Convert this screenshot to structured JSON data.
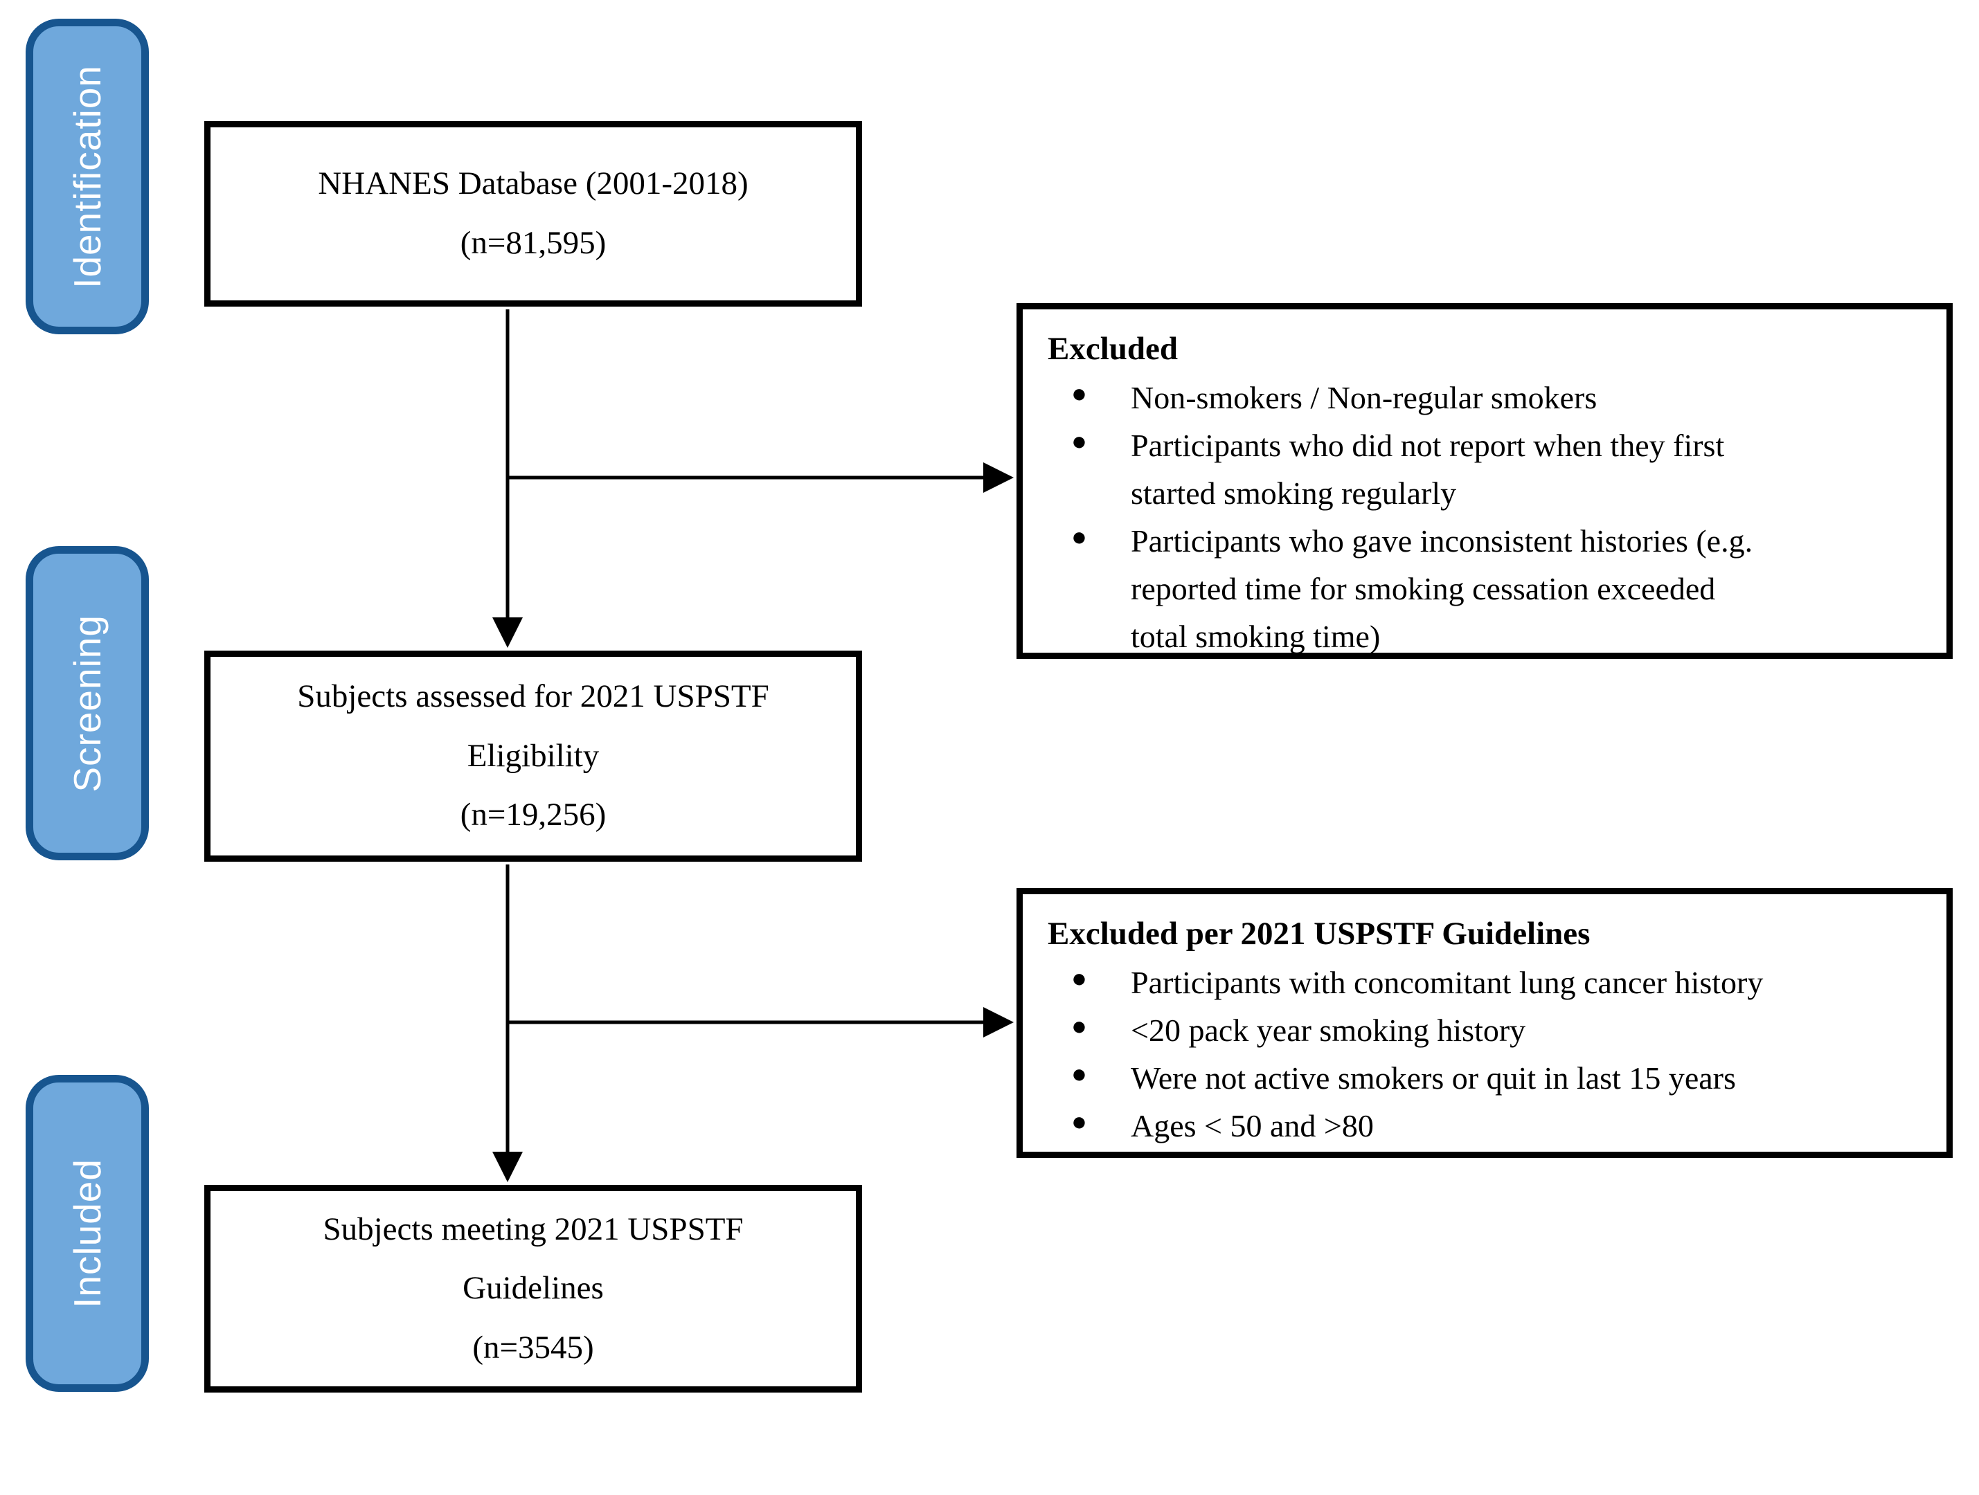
{
  "stages": [
    {
      "label": "Identification"
    },
    {
      "label": "Screening"
    },
    {
      "label": "Included"
    }
  ],
  "flow_boxes": [
    {
      "lines": [
        "NHANES Database (2001-2018)",
        "(n=81,595)"
      ]
    },
    {
      "lines": [
        "Subjects assessed for 2021 USPSTF",
        "Eligibility",
        "(n=19,256)"
      ]
    },
    {
      "lines": [
        "Subjects meeting 2021 USPSTF",
        "Guidelines",
        "(n=3545)"
      ]
    }
  ],
  "exclusion_boxes": [
    {
      "heading": "Excluded",
      "bullets": [
        "Non-smokers / Non-regular smokers",
        "Participants who did not report when they first\nstarted smoking regularly",
        "Participants who gave inconsistent histories (e.g.\nreported time for smoking cessation exceeded\ntotal smoking time)"
      ]
    },
    {
      "heading": "Excluded per 2021 USPSTF Guidelines",
      "bullets": [
        "Participants with concomitant lung cancer history",
        "<20 pack year smoking history",
        "Were not active smokers or quit in last 15 years",
        "Ages < 50 and >80"
      ]
    }
  ],
  "colors": {
    "stage_fill": "#6FA8DC",
    "stage_border": "#17558F",
    "stage_text": "#FFFFFF",
    "box_border": "#000000",
    "background": "#FFFFFF"
  }
}
